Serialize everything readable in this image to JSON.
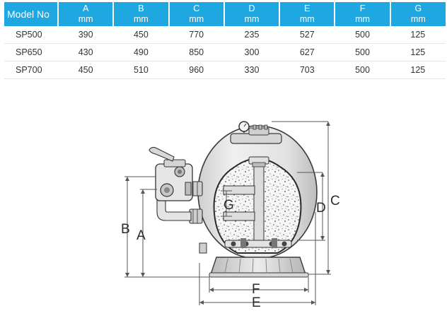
{
  "table": {
    "header": {
      "model_label": "Model No",
      "columns": [
        {
          "letter": "A",
          "unit": "mm"
        },
        {
          "letter": "B",
          "unit": "mm"
        },
        {
          "letter": "C",
          "unit": "mm"
        },
        {
          "letter": "D",
          "unit": "mm"
        },
        {
          "letter": "E",
          "unit": "mm"
        },
        {
          "letter": "F",
          "unit": "mm"
        },
        {
          "letter": "G",
          "unit": "mm"
        }
      ]
    },
    "rows": [
      {
        "model": "SP500",
        "values": [
          "390",
          "450",
          "770",
          "235",
          "527",
          "500",
          "125"
        ]
      },
      {
        "model": "SP650",
        "values": [
          "430",
          "490",
          "850",
          "300",
          "627",
          "500",
          "125"
        ]
      },
      {
        "model": "SP700",
        "values": [
          "450",
          "510",
          "960",
          "330",
          "703",
          "500",
          "125"
        ]
      }
    ]
  },
  "diagram": {
    "labels": {
      "a": "A",
      "b": "B",
      "c": "C",
      "d": "D",
      "e": "E",
      "f": "F",
      "g": "G"
    }
  },
  "colors": {
    "header_bg": "#1ea7e1",
    "header_text": "#ffffff"
  }
}
